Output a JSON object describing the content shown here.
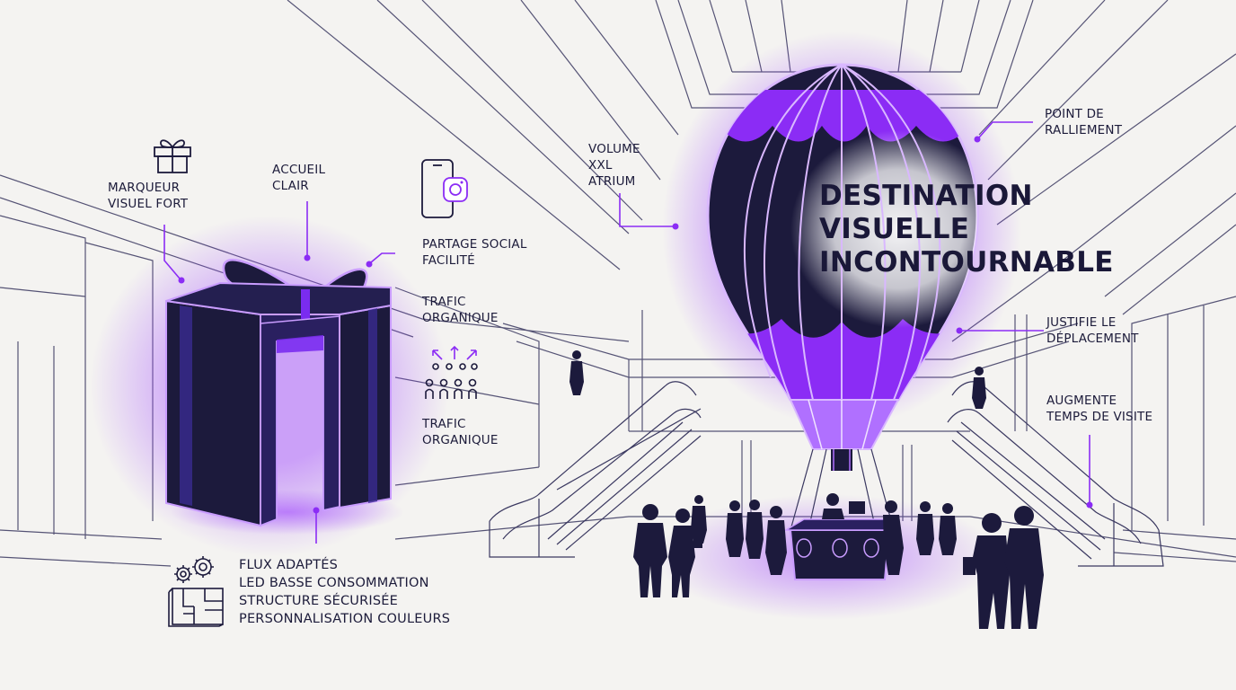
{
  "colors": {
    "background": "#f4f3f1",
    "line": "#3a3860",
    "dark_navy": "#1c1a3c",
    "accent_purple": "#8b2cf5",
    "text": "#1c1b3a"
  },
  "labels": {
    "marqueur": [
      "MARQUEUR",
      "VISUEL FORT"
    ],
    "accueil": [
      "ACCUEIL",
      "CLAIR"
    ],
    "partage": [
      "PARTAGE SOCIAL",
      "FACILITÉ"
    ],
    "trafic_1": [
      "TRAFIC",
      "ORGANIQUE"
    ],
    "trafic_2": [
      "TRAFIC",
      "ORGANIQUE"
    ],
    "volume": [
      "VOLUME",
      "XXL",
      "ATRIUM"
    ],
    "point": [
      "POINT DE",
      "RALLIEMENT"
    ],
    "justifie": [
      "JUSTIFIE LE",
      "DÉPLACEMENT"
    ],
    "augmente": [
      "AUGMENTE",
      "TEMPS DE VISITE"
    ]
  },
  "headline": [
    "DESTINATION",
    "VISUELLE",
    "INCONTOURNABLE"
  ],
  "features": [
    "FLUX ADAPTÉS",
    "LED BASSE CONSOMMATION",
    "STRUCTURE SÉCURISÉE",
    "PERSONNALISATION COULEURS"
  ],
  "icons": {
    "gift": "gift-icon",
    "phone": "smartphone-instagram-icon",
    "crowd": "crowd-arrows-icon",
    "blueprint": "blueprint-gears-icon"
  }
}
